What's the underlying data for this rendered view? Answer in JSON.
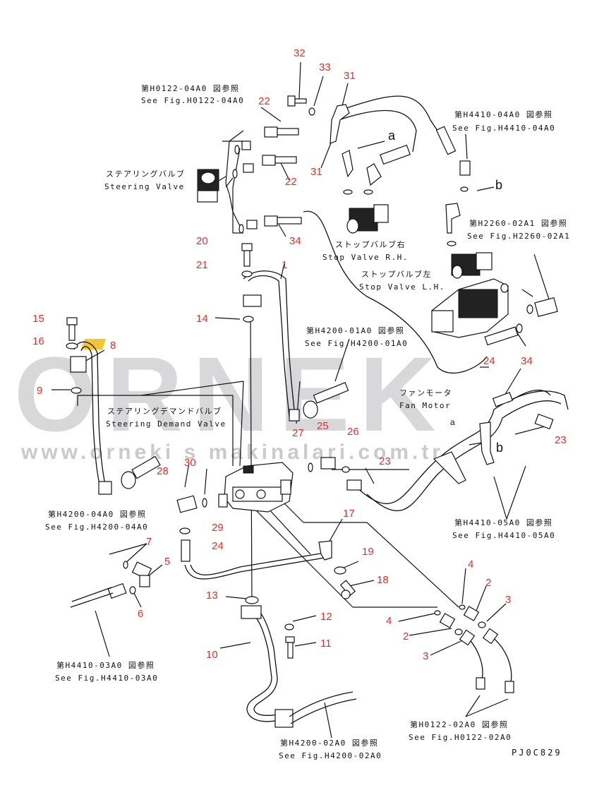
{
  "watermark": {
    "logo": "ORNEK",
    "url": "www.orneki s makinalari.com.tr",
    "accent_color": "#f2c12e",
    "gray_color": "#d6d6da"
  },
  "drawing_code": "PJ0C829",
  "callouts": [
    "32",
    "33",
    "31",
    "22",
    "22",
    "31",
    "20",
    "34",
    "21",
    "1",
    "14",
    "15",
    "16",
    "8",
    "9",
    "27",
    "25",
    "26",
    "24",
    "34",
    "23",
    "23",
    "28",
    "30",
    "29",
    "24",
    "7",
    "5",
    "6",
    "17",
    "19",
    "18",
    "13",
    "12",
    "11",
    "10",
    "4",
    "2",
    "3",
    "4",
    "2",
    "3"
  ],
  "letters": [
    "a",
    "b",
    "b",
    "a"
  ],
  "labels": {
    "ref_h0122_04a0_jp": "第H0122-04A0 図参照",
    "ref_h0122_04a0_en": "See Fig.H0122-04A0",
    "steering_valve_jp": "ステアリングバルブ",
    "steering_valve_en": "Steering Valve",
    "ref_h4410_04a0_jp": "第H4410-04A0 図参照",
    "ref_h4410_04a0_en": "See Fig.H4410-04A0",
    "ref_h2260_02a1_jp": "第H2260-02A1 図参照",
    "ref_h2260_02a1_en": "See Fig.H2260-02A1",
    "stop_valve_rh_jp": "ストップバルブ右",
    "stop_valve_rh_en": "Stop Valve R.H.",
    "stop_valve_lh_jp": "ストップバルブ左",
    "stop_valve_lh_en": "Stop Valve L.H.",
    "ref_h4200_01a0_jp": "第H4200-01A0 図参照",
    "ref_h4200_01a0_en": "See Fig.H4200-01A0",
    "fan_motor_jp": "ファンモータ",
    "fan_motor_en": "Fan Motor",
    "steering_demand_jp": "ステアリングデマンドバルブ",
    "steering_demand_en": "Steering Demand Valve",
    "ref_h4200_04a0_jp": "第H4200-04A0 図参照",
    "ref_h4200_04a0_en": "See Fig.H4200-04A0",
    "ref_h4410_05a0_jp": "第H4410-05A0 図参照",
    "ref_h4410_05a0_en": "See Fig.H4410-05A0",
    "ref_h4410_03a0_jp": "第H4410-03A0 図参照",
    "ref_h4410_03a0_en": "See Fig.H4410-03A0",
    "ref_h0122_02a0_jp": "第H0122-02A0 図参照",
    "ref_h0122_02a0_en": "See Fig.H0122-02A0",
    "ref_h4200_02a0_jp": "第H4200-02A0 図参照",
    "ref_h4200_02a0_en": "See Fig.H4200-02A0"
  }
}
